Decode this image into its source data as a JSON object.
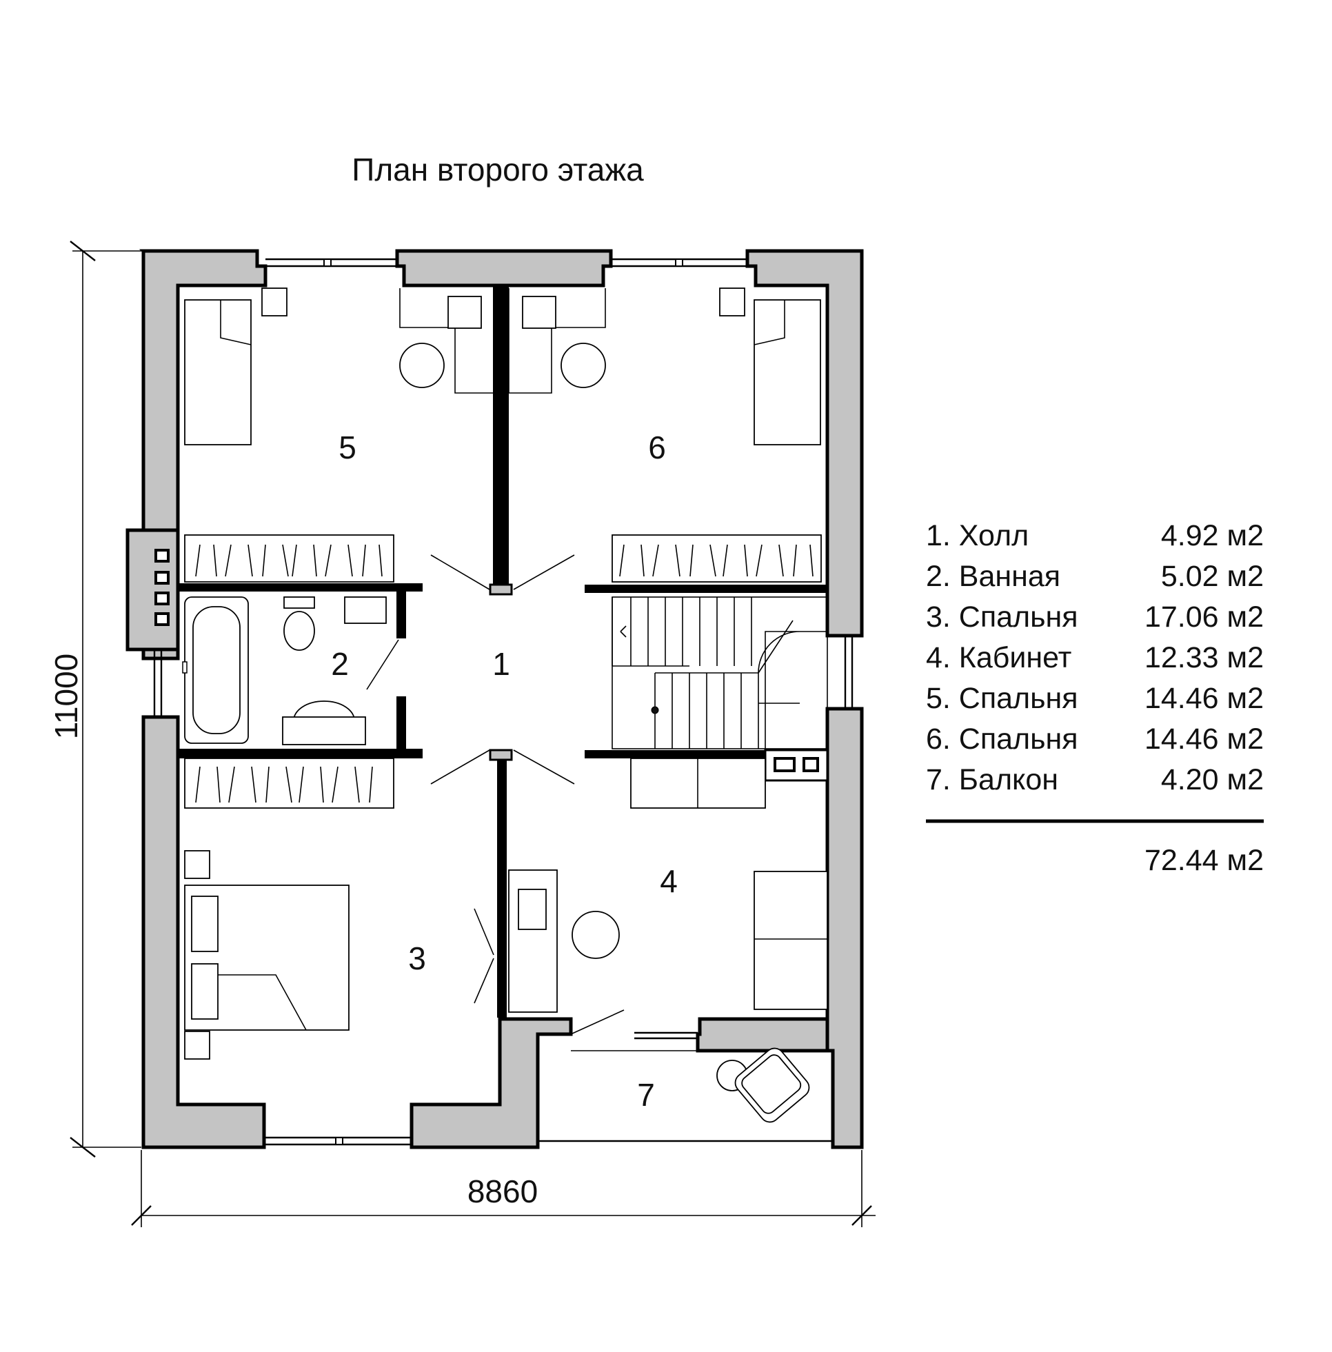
{
  "title": "План второго этажа",
  "dimensions": {
    "width": "8860",
    "height": "11000"
  },
  "rooms": [
    {
      "number": "1",
      "name": "Холл",
      "area": "4.92 м2",
      "legend_label": "1.  Холл"
    },
    {
      "number": "2",
      "name": "Ванная",
      "area": "5.02 м2",
      "legend_label": "2. Ванная"
    },
    {
      "number": "3",
      "name": "Спальня",
      "area": "17.06 м2",
      "legend_label": "3. Спальня"
    },
    {
      "number": "4",
      "name": "Кабинет",
      "area": "12.33 м2",
      "legend_label": "4. Кабинет"
    },
    {
      "number": "5",
      "name": "Спальня",
      "area": "14.46 м2",
      "legend_label": "5. Спальня"
    },
    {
      "number": "6",
      "name": "Спальня",
      "area": "14.46 м2",
      "legend_label": "6. Спальня"
    },
    {
      "number": "7",
      "name": "Балкон",
      "area": "4.20 м2",
      "legend_label": "7. Балкон"
    }
  ],
  "total_area": "72.44 м2",
  "colors": {
    "wall_fill": "#c4c4c4",
    "line": "#000000",
    "background": "#ffffff"
  }
}
